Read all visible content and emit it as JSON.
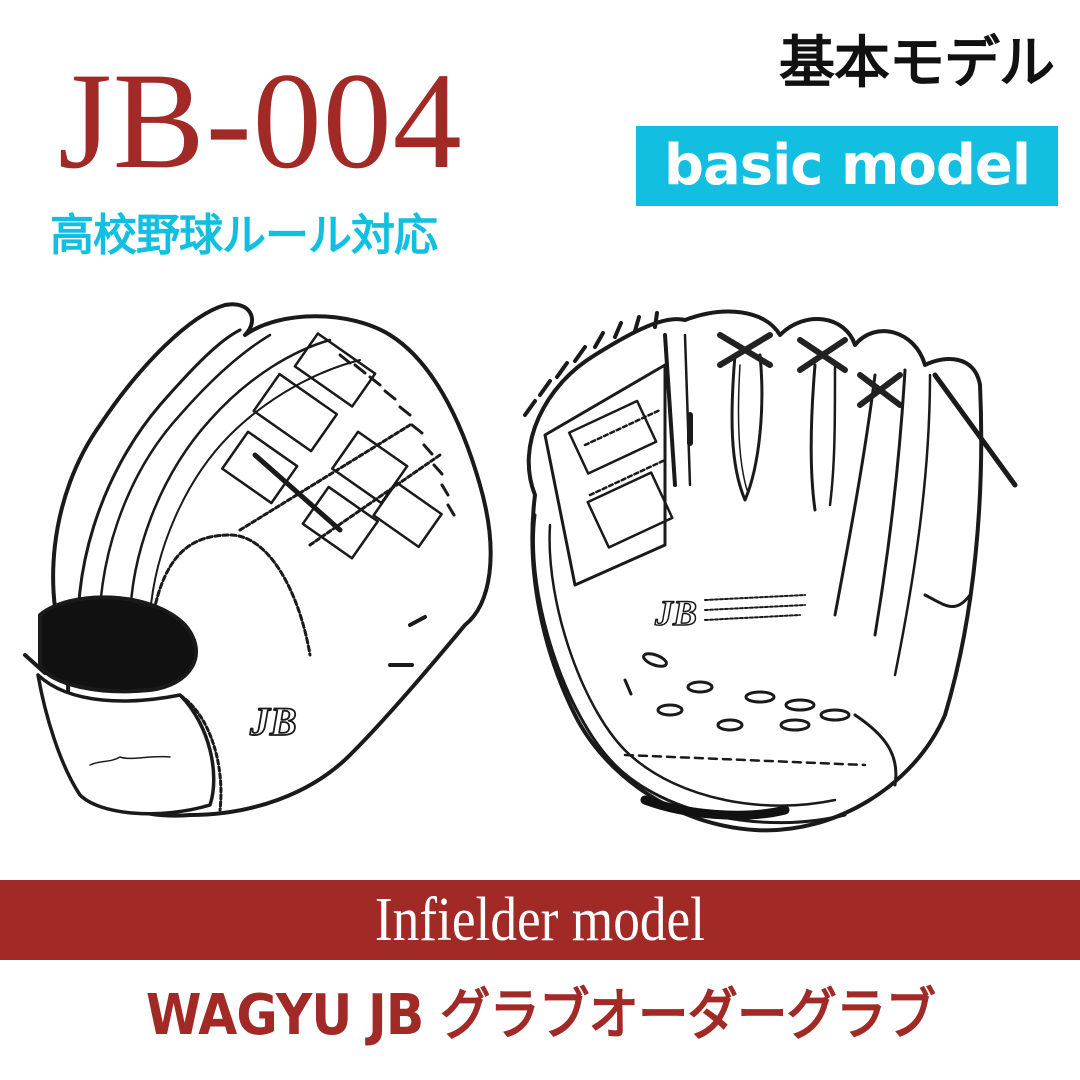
{
  "header": {
    "model_code": "JB-004",
    "rule_note": "高校野球ルール対応",
    "model_type_jp": "基本モデル",
    "model_type_en": "basic model"
  },
  "illustrations": {
    "left_glove": "glove-back-view",
    "right_glove": "glove-pocket-view",
    "logo_text": "JB"
  },
  "band": {
    "label": "Infielder model"
  },
  "footer": {
    "brand": "WAGYU JB グラブオーダーグラブ"
  },
  "colors": {
    "accent_red": "#a12a27",
    "accent_cyan": "#12bfe0",
    "text_dark": "#111111",
    "background": "#ffffff"
  }
}
